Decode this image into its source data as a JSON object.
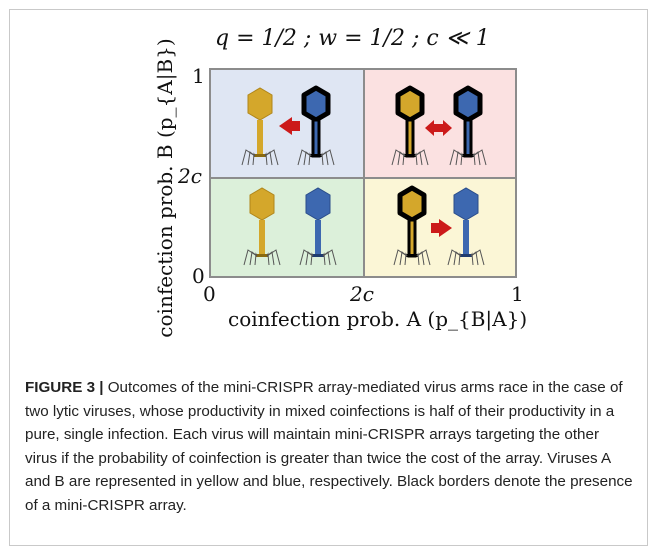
{
  "figure": {
    "title": "q = 1/2 ; w = 1/2 ; c ≪ 1",
    "y_axis_label": "coinfection prob. B (p_{A|B})",
    "x_axis_label": "coinfection prob. A (p_{B|A})",
    "y_ticks": [
      "1",
      "2c",
      "0"
    ],
    "x_ticks": [
      "0",
      "2c",
      "1"
    ],
    "quadrant_colors": {
      "top_left": "#dfe6f3",
      "top_right": "#fbe1e1",
      "bottom_left": "#dcf0da",
      "bottom_right": "#fbf6d6"
    },
    "virus_colors": {
      "A": "#d4a72b",
      "B": "#3d68b0",
      "arrow": "#cc1a1a"
    }
  },
  "caption": {
    "label": "FIGURE 3 |",
    "text": " Outcomes of the mini-CRISPR array-mediated virus arms race in the case of two lytic viruses, whose productivity in mixed coinfections is half of their productivity in a pure, single infection. Each virus will maintain mini-CRISPR arrays targeting the other virus if the probability of coinfection is greater than twice the cost of the array. Viruses A and B are represented in yellow and blue, respectively. Black borders denote the presence of a mini-CRISPR array."
  }
}
